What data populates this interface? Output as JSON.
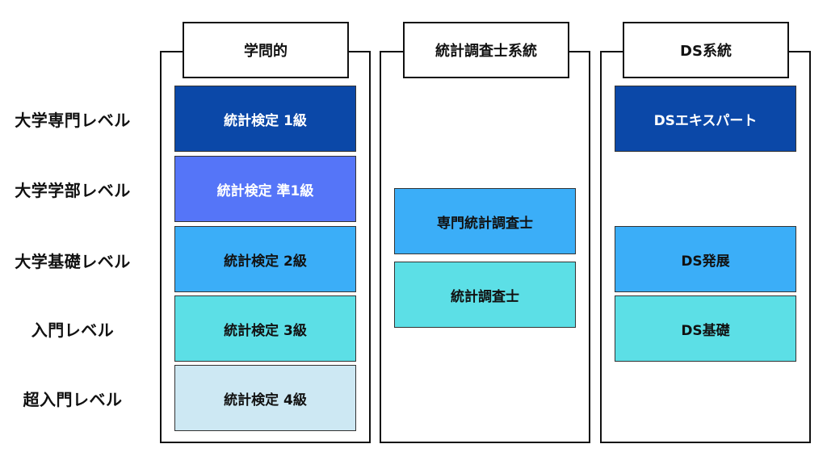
{
  "levels": [
    "大学専門レベル",
    "大学学部レベル",
    "大学基礎レベル",
    "入門レベル",
    "超入門レベル"
  ],
  "columns": {
    "academic": {
      "header": "学問的",
      "cells": [
        "統計検定 1級",
        "統計検定 準1級",
        "統計検定 2級",
        "統計検定 3級",
        "統計検定 4級"
      ]
    },
    "statistical_survey": {
      "header": "統計調査士系統",
      "cells": [
        "専門統計調査士",
        "統計調査士"
      ]
    },
    "ds": {
      "header": "DS系統",
      "cells": [
        "DSエキスパート",
        "DS発展",
        "DS基礎"
      ]
    }
  },
  "colors": {
    "level1": "#0B48A8",
    "level_pre1": "#5575F8",
    "level2": "#3BAEF8",
    "level3": "#5CDFE6",
    "level4": "#CDE8F3",
    "border": "#111111"
  }
}
